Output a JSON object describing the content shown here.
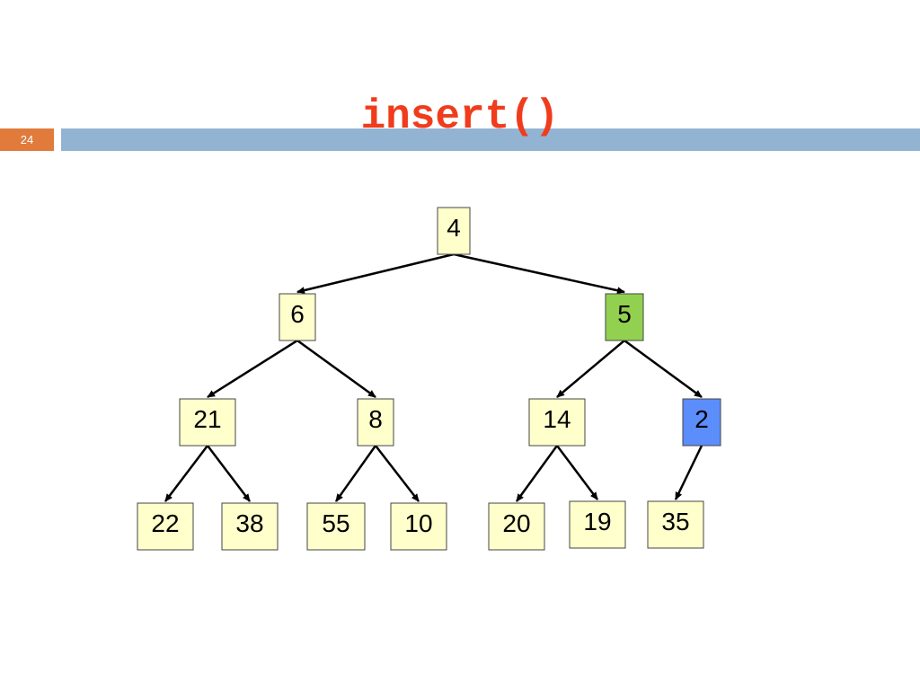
{
  "slide": {
    "number": "24",
    "title": "insert()"
  },
  "colors": {
    "node_default": "#ffffcc",
    "node_green": "#92d050",
    "node_blue": "#5b8dfb",
    "slide_number_bg": "#e07b3c",
    "header_bar": "#93b3d3",
    "title": "#f03c1c"
  },
  "tree": {
    "nodes": [
      {
        "id": "n4",
        "label": "4",
        "state": "default"
      },
      {
        "id": "n6",
        "label": "6",
        "state": "default"
      },
      {
        "id": "n5",
        "label": "5",
        "state": "green"
      },
      {
        "id": "n21",
        "label": "21",
        "state": "default"
      },
      {
        "id": "n8",
        "label": "8",
        "state": "default"
      },
      {
        "id": "n14",
        "label": "14",
        "state": "default"
      },
      {
        "id": "n2",
        "label": "2",
        "state": "blue"
      },
      {
        "id": "n22",
        "label": "22",
        "state": "default"
      },
      {
        "id": "n38",
        "label": "38",
        "state": "default"
      },
      {
        "id": "n55",
        "label": "55",
        "state": "default"
      },
      {
        "id": "n10",
        "label": "10",
        "state": "default"
      },
      {
        "id": "n20",
        "label": "20",
        "state": "default"
      },
      {
        "id": "n19",
        "label": "19",
        "state": "default"
      },
      {
        "id": "n35",
        "label": "35",
        "state": "default"
      }
    ],
    "edges": [
      [
        "n4",
        "n6"
      ],
      [
        "n4",
        "n5"
      ],
      [
        "n6",
        "n21"
      ],
      [
        "n6",
        "n8"
      ],
      [
        "n5",
        "n14"
      ],
      [
        "n5",
        "n2"
      ],
      [
        "n21",
        "n22"
      ],
      [
        "n21",
        "n38"
      ],
      [
        "n8",
        "n55"
      ],
      [
        "n8",
        "n10"
      ],
      [
        "n14",
        "n20"
      ],
      [
        "n14",
        "n19"
      ],
      [
        "n2",
        "n35"
      ]
    ]
  }
}
